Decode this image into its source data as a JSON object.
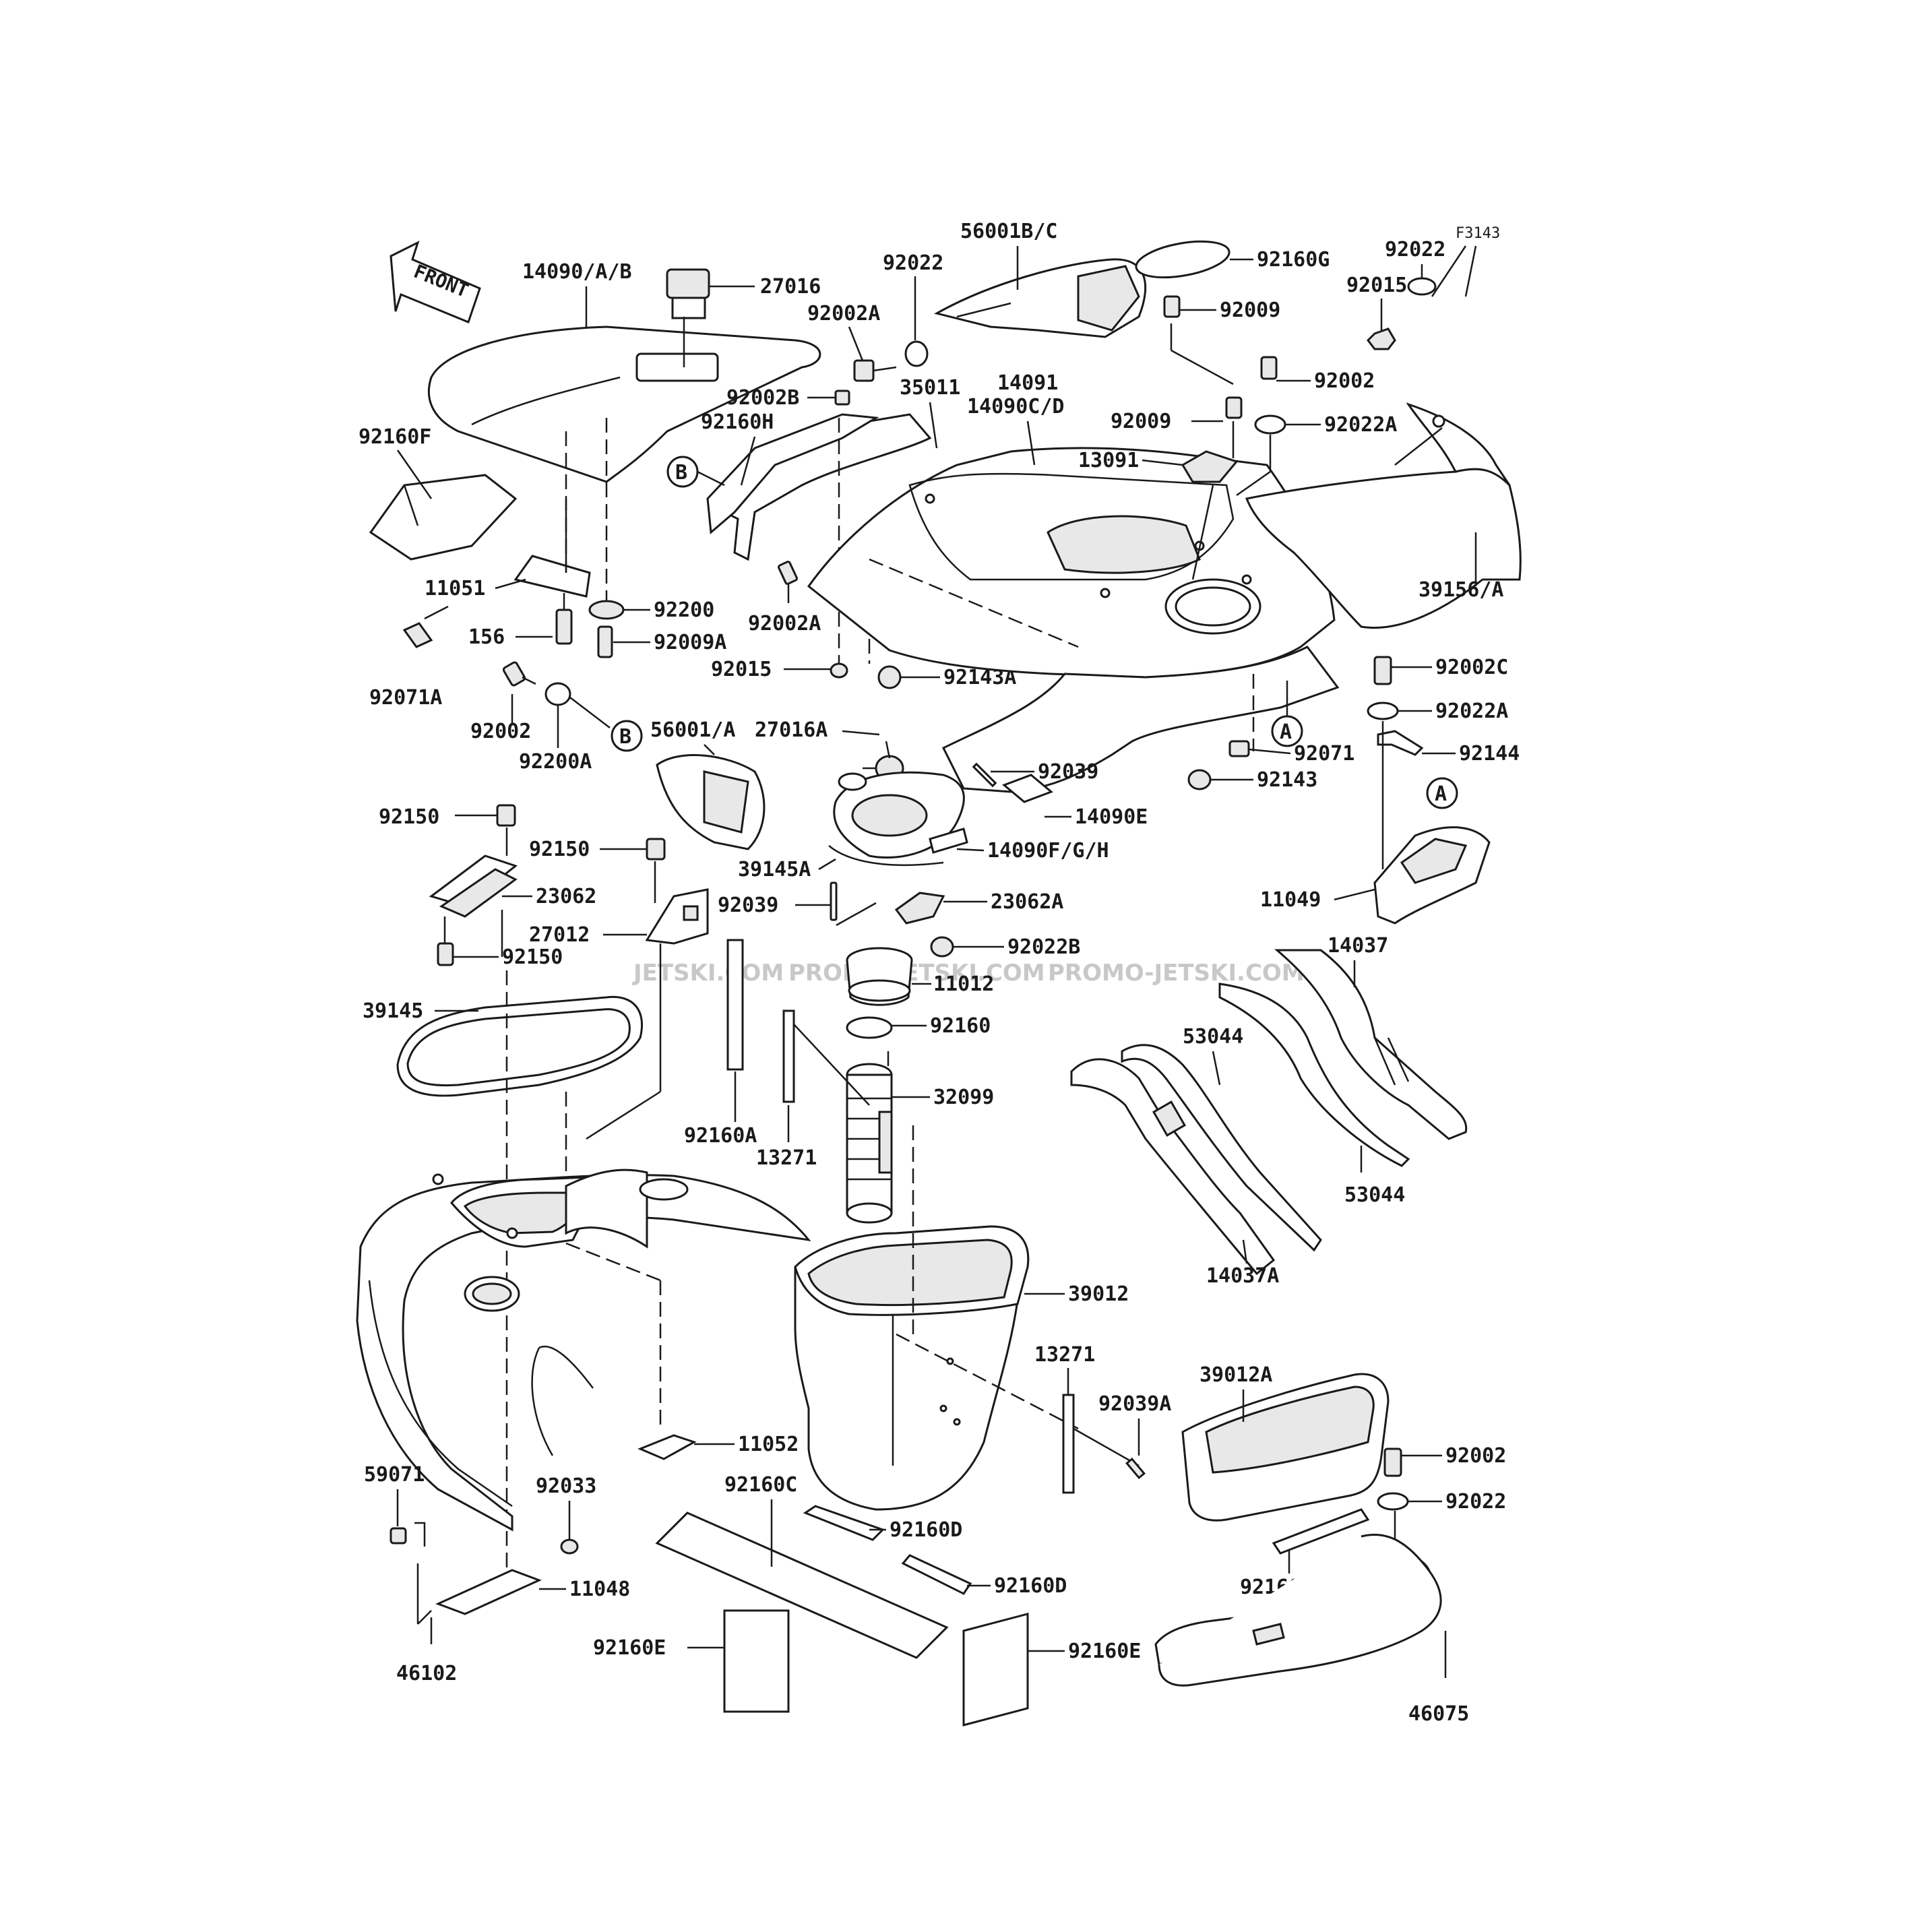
{
  "figure_code": "F3143",
  "front_label": "FRONT",
  "watermarks": [
    "JETSKI.COM",
    "PROMO-JETSKI.COM",
    "PROMO-JETSKI.COM"
  ],
  "callouts": {
    "a": "A",
    "b": "B"
  },
  "labels": {
    "l14090AB": "14090/A/B",
    "l27016": "27016",
    "l92160F": "92160F",
    "l11051": "11051",
    "l156": "156",
    "l92009A": "92009A",
    "l92200": "92200",
    "l92071A": "92071A",
    "l92002_a": "92002",
    "l92200A": "92200A",
    "l92022_top": "92022",
    "l92002A_top": "92002A",
    "l56001BC": "56001B/C",
    "l92002B": "92002B",
    "l92160H": "92160H",
    "l35011": "35011",
    "l14091": "14091",
    "l14090CD": "14090C/D",
    "l92002A_mid": "92002A",
    "l92015_mid": "92015",
    "l92143A": "92143A",
    "l92160G": "92160G",
    "l92009_a": "92009",
    "l92009_b": "92009",
    "l13091": "13091",
    "l92022_right": "92022",
    "l92015_right": "92015",
    "l92002_right": "92002",
    "l92022A_right": "92022A",
    "l39156A": "39156/A",
    "l92002C": "92002C",
    "l92022A_b": "92022A",
    "l92144": "92144",
    "l92071": "92071",
    "l92143": "92143",
    "l11049": "11049",
    "l56001A": "56001/A",
    "l27016A": "27016A",
    "l92039_a": "92039",
    "l14090E": "14090E",
    "l14090FGH": "14090F/G/H",
    "l39145A": "39145A",
    "l92150_a": "92150",
    "l92150_b": "92150",
    "l92150_c": "92150",
    "l23062": "23062",
    "l27012": "27012",
    "l92039_b": "92039",
    "l23062A": "23062A",
    "l92022B": "92022B",
    "l11012": "11012",
    "l92160": "92160",
    "l32099": "32099",
    "l39145": "39145",
    "l92160A": "92160A",
    "l13271_a": "13271",
    "l14037": "14037",
    "l53044_a": "53044",
    "l53044_b": "53044",
    "l14037A": "14037A",
    "l39012": "39012",
    "l13271_b": "13271",
    "l92039A": "92039A",
    "l39012A": "39012A",
    "l11052": "11052",
    "l59071": "59071",
    "l92033": "92033",
    "l11048": "11048",
    "l46102": "46102",
    "l92160C": "92160C",
    "l92160D_a": "92160D",
    "l92160D_b": "92160D",
    "l92160E_a": "92160E",
    "l92160E_b": "92160E",
    "l92002_b": "92002",
    "l92022_b": "92022",
    "l92160B": "92160B",
    "l46075": "46075"
  }
}
